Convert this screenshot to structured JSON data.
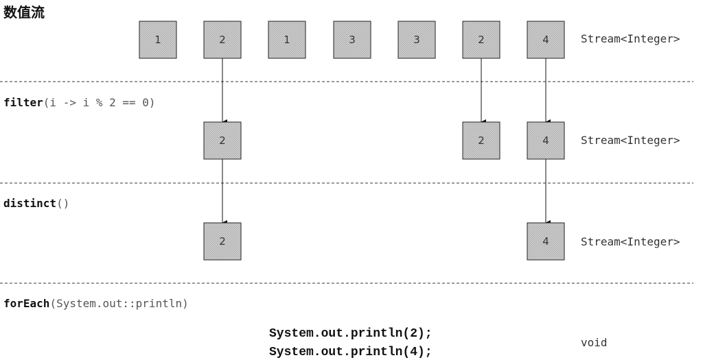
{
  "title": "数值流",
  "stages": [
    {
      "method": "",
      "args": "",
      "type": "Stream<Integer>",
      "elements": [
        "1",
        "2",
        "1",
        "3",
        "3",
        "2",
        "4"
      ]
    },
    {
      "method": "filter",
      "args": "(i -> i % 2 == 0)",
      "type": "Stream<Integer>",
      "elements": [
        "2",
        "2",
        "4"
      ]
    },
    {
      "method": "distinct",
      "args": "()",
      "type": "Stream<Integer>",
      "elements": [
        "2",
        "4"
      ]
    },
    {
      "method": "forEach",
      "args": "(System.out::println)",
      "type": "void",
      "elements": []
    }
  ],
  "output": {
    "lines": [
      "System.out.println(2);",
      "System.out.println(4);"
    ]
  },
  "colors": {
    "box_fill": "#c8c8c8",
    "box_stroke": "#222222",
    "divider": "#333333"
  }
}
